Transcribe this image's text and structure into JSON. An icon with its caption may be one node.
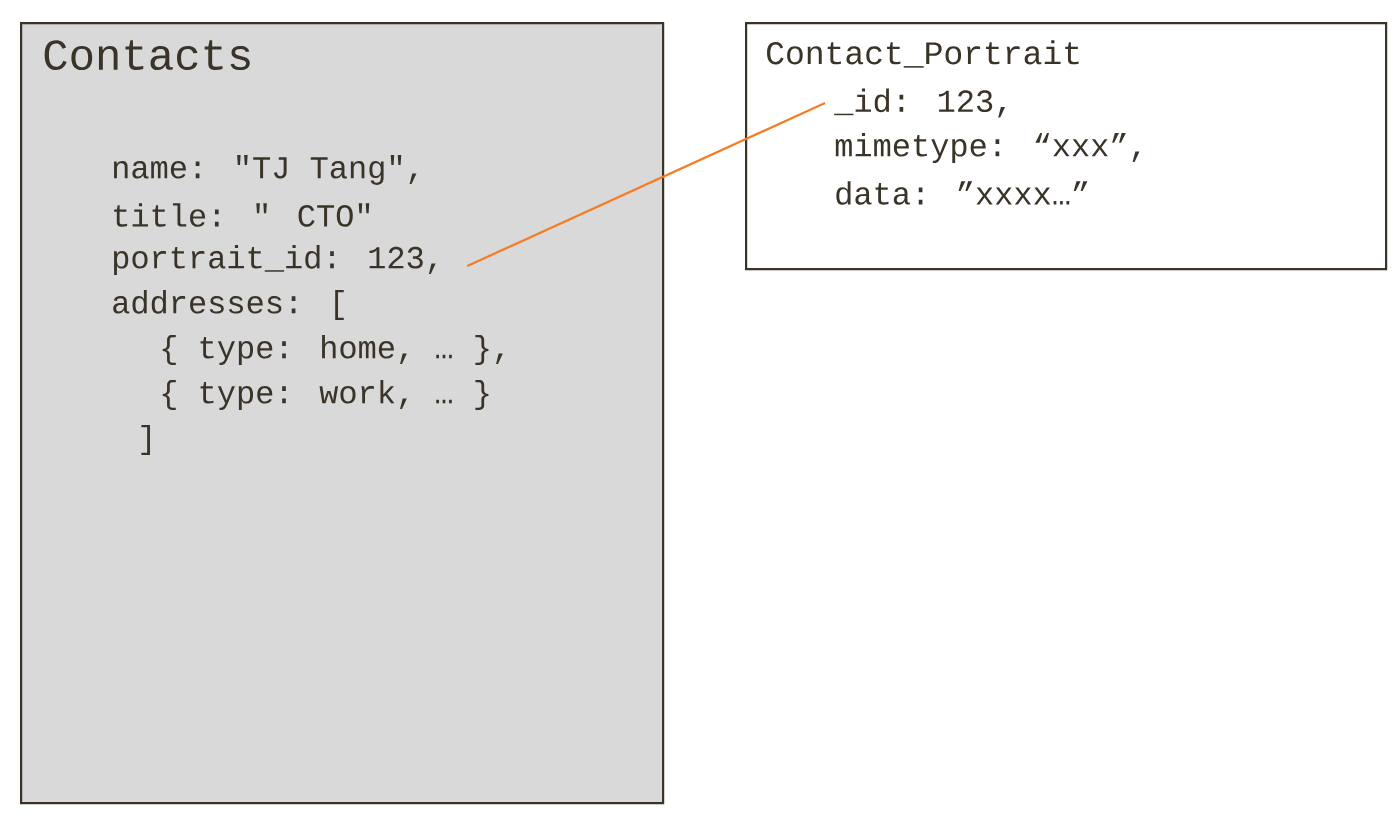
{
  "diagram": {
    "nodes": [
      {
        "text": [
          "Contacts"
        ]
      },
      {
        "text": [
          "name: \"TJ Tang\","
        ],
        "in": 0
      },
      {
        "text": [
          "title: \" CTO\""
        ],
        "in": 0
      },
      {
        "text": [
          "portrait_id: 123,"
        ],
        "in": 0
      },
      {
        "text": [
          "addresses: ["
        ],
        "in": 0
      },
      {
        "text": [
          "{ type: home, … },"
        ],
        "in": 0
      },
      {
        "text": [
          "{ type: work, … }"
        ],
        "in": 0
      },
      {
        "text": [
          "]"
        ],
        "in": 0
      },
      {
        "text": [
          "Contact_Portrait"
        ]
      },
      {
        "text": [
          "_id: 123,"
        ],
        "in": 8
      },
      {
        "text": [
          "mimetype: “xxx”,"
        ],
        "in": 8
      },
      {
        "text": [
          "data: ”xxxx…”"
        ],
        "in": 8
      }
    ],
    "edges": [
      {
        "from": 3,
        "to": 9,
        "arrow": "none",
        "color": "#f57c26"
      }
    ]
  }
}
